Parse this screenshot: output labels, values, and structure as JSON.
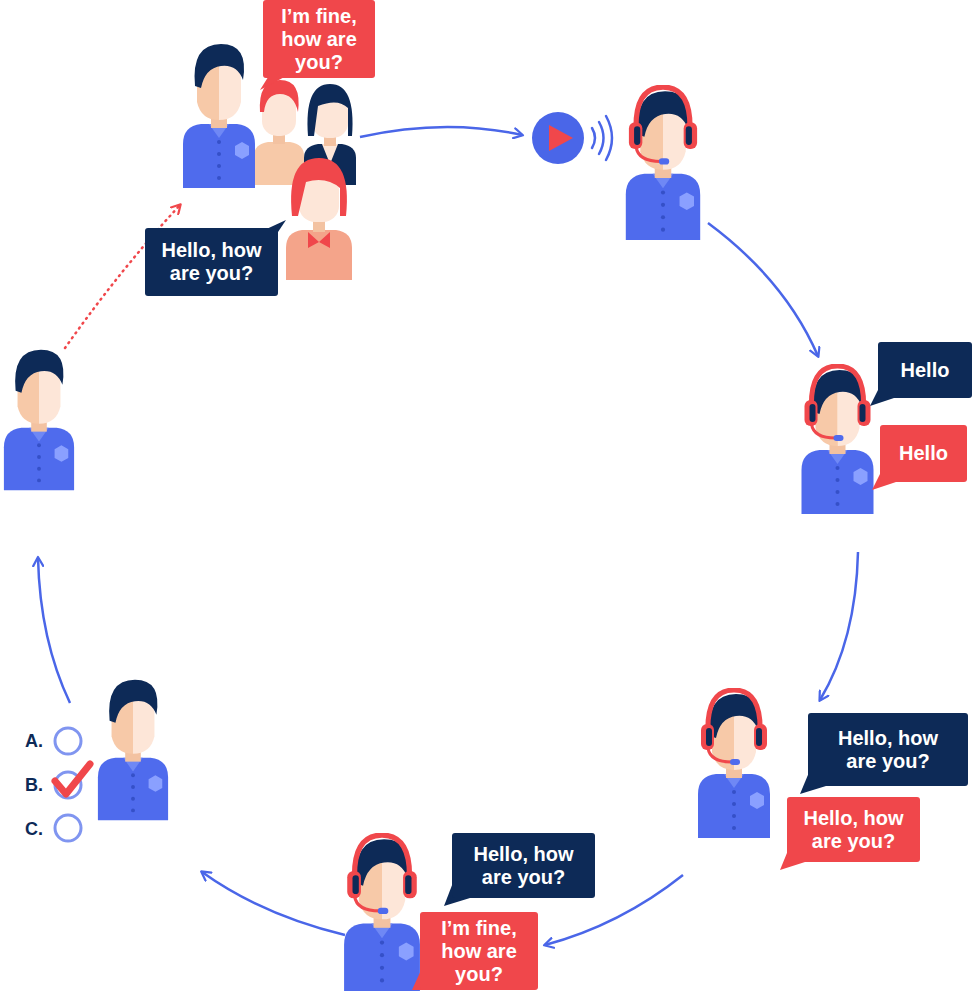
{
  "diagram": {
    "nodes": [
      {
        "text": [
          "I’m fine, how are you?"
        ]
      },
      {
        "text": [
          "Hello, how are you?"
        ]
      },
      {
        "text": [
          "Hello"
        ]
      },
      {
        "text": [
          "Hello"
        ]
      },
      {
        "text": [
          "Hello, how are you?"
        ]
      },
      {
        "text": [
          "Hello, how are you?"
        ]
      },
      {
        "text": [
          "Hello, how are you?"
        ]
      },
      {
        "text": [
          "I’m fine, how are you?"
        ]
      }
    ],
    "labels": [
      "A.",
      "B.",
      "C."
    ]
  }
}
